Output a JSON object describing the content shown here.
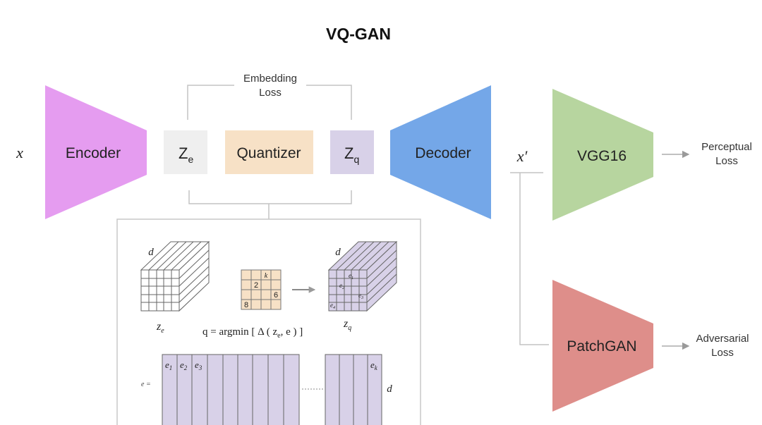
{
  "title": "VQ-GAN",
  "input_label": "x",
  "output_label": "x′",
  "encoder": {
    "label": "Encoder",
    "color": "#e59cf0"
  },
  "decoder": {
    "label": "Decoder",
    "color": "#74a7e8"
  },
  "vgg": {
    "label": "VGG16",
    "color": "#b7d59f"
  },
  "patchgan": {
    "label": "PatchGAN",
    "color": "#de8e8a"
  },
  "ze": {
    "main": "Z",
    "sub": "e",
    "color": "#efefef"
  },
  "quantizer": {
    "label": "Quantizer",
    "color": "#f7e1c6"
  },
  "zq": {
    "main": "Z",
    "sub": "q",
    "color": "#d8d1e8"
  },
  "embedding_loss": {
    "line1": "Embedding",
    "line2": "Loss"
  },
  "perceptual_loss": {
    "line1": "Perceptual",
    "line2": "Loss"
  },
  "adversarial_loss": {
    "line1": "Adversarial",
    "line2": "Loss"
  },
  "inset": {
    "ze_d": "d",
    "ze_label": "z",
    "ze_label_sub": "e",
    "zq_d": "d",
    "zq_label": "z",
    "zq_label_sub": "q",
    "grid_values": {
      "top": "k",
      "middle": "2",
      "right": "6",
      "bottom": "8"
    },
    "grid_color": "#f7e1c6",
    "zq_cells": {
      "top": "e",
      "top_sub": "1",
      "mid": "e",
      "mid_sub": "2",
      "right": "e",
      "right_sub": "3",
      "bottom": "e",
      "bottom_sub": "4"
    },
    "formula": "q = argmin [ Δ ( z",
    "formula_sub": "e",
    "formula_end": ", e ) ]",
    "codebook_prefix": "e =",
    "codebook_color": "#d8d1e8",
    "codebook_labels": [
      {
        "main": "e",
        "sub": "1"
      },
      {
        "main": "e",
        "sub": "2"
      },
      {
        "main": "e",
        "sub": "3"
      }
    ],
    "codebook_last": {
      "main": "e",
      "sub": "k"
    },
    "codebook_d": "d"
  }
}
